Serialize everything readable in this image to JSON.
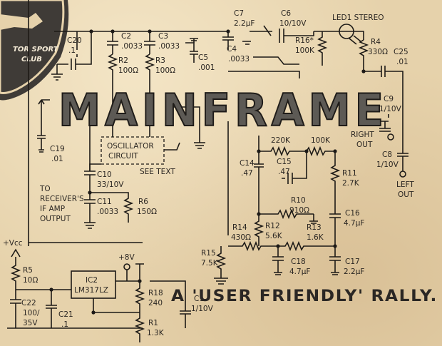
{
  "badge": {
    "line1": "TOR SPORT",
    "line2": "CLUB"
  },
  "title": "MAINFRAME",
  "headline": "A 'USER FRIENDLY' RALLY.",
  "labels": {
    "c20": "C20",
    "c20v": ".1",
    "c2": "C2",
    "c2v": ".0033",
    "c3": "C3",
    "c3v": ".0033",
    "r2": "R2",
    "r2v": "100Ω",
    "r3": "R3",
    "r3v": "100Ω",
    "c5": "C5",
    "c5v": ".001",
    "c4": "C4",
    "c4v": ".0033",
    "c7": "C7",
    "c7v": "2.2μF",
    "c6": "C6",
    "c6v": "10/10V",
    "led1": "LED1 STEREO",
    "r16": "R16*",
    "r16v": "100K",
    "r4": "R4",
    "r4v": "330Ω",
    "c25": "C25",
    "c25v": ".01",
    "c9": "C9",
    "c9v": "1/10V",
    "right_out1": "RIGHT",
    "right_out2": "OUT",
    "c8": "C8",
    "c8v": "1/10V",
    "left_out1": "LEFT",
    "left_out2": "OUT",
    "c19": "C19",
    "c19v": ".01",
    "osc1": "OSCILLATOR",
    "osc2": "CIRCUIT",
    "see_text": "SEE TEXT",
    "r220k": "220K",
    "r100k": "100K",
    "c14": "C14",
    "c14v": ".47",
    "c15": "C15",
    "c15v": ".47",
    "r11": "R11",
    "r11v": "2.7K",
    "c10": "C10",
    "c10v": "33/10V",
    "to1": "TO",
    "to2": "RECEIVER'S",
    "to3": "IF AMP",
    "to4": "OUTPUT",
    "c11": "C11",
    "c11v": ".0033",
    "r6": "R6",
    "r6v": "150Ω",
    "r10": "R10",
    "r10v": "910Ω",
    "c16": "C16",
    "c16v": "4.7μF",
    "r14": "R14",
    "r14v": "430Ω",
    "r12": "R12",
    "r12v": "5.6K",
    "r13": "R13",
    "r13v": "1.6K",
    "vcc": "+Vcc",
    "plus8v": "+8V",
    "r15": "R15",
    "r15v": "7.5K",
    "c18": "C18",
    "c18v": "4.7μF",
    "c17": "C17",
    "c17v": "2.2μF",
    "r5": "R5",
    "r5v": "10Ω",
    "ic2": "IC2",
    "ic2v": "LM317LZ",
    "r18": "R18",
    "r18v": "240",
    "c1": "C1",
    "c1v": "1/10V",
    "c22": "C22",
    "c22v1": "100/",
    "c22v2": "35V",
    "c21": "C21",
    "c21v": ".1",
    "r1": "R1",
    "r1v": "1.3K"
  }
}
